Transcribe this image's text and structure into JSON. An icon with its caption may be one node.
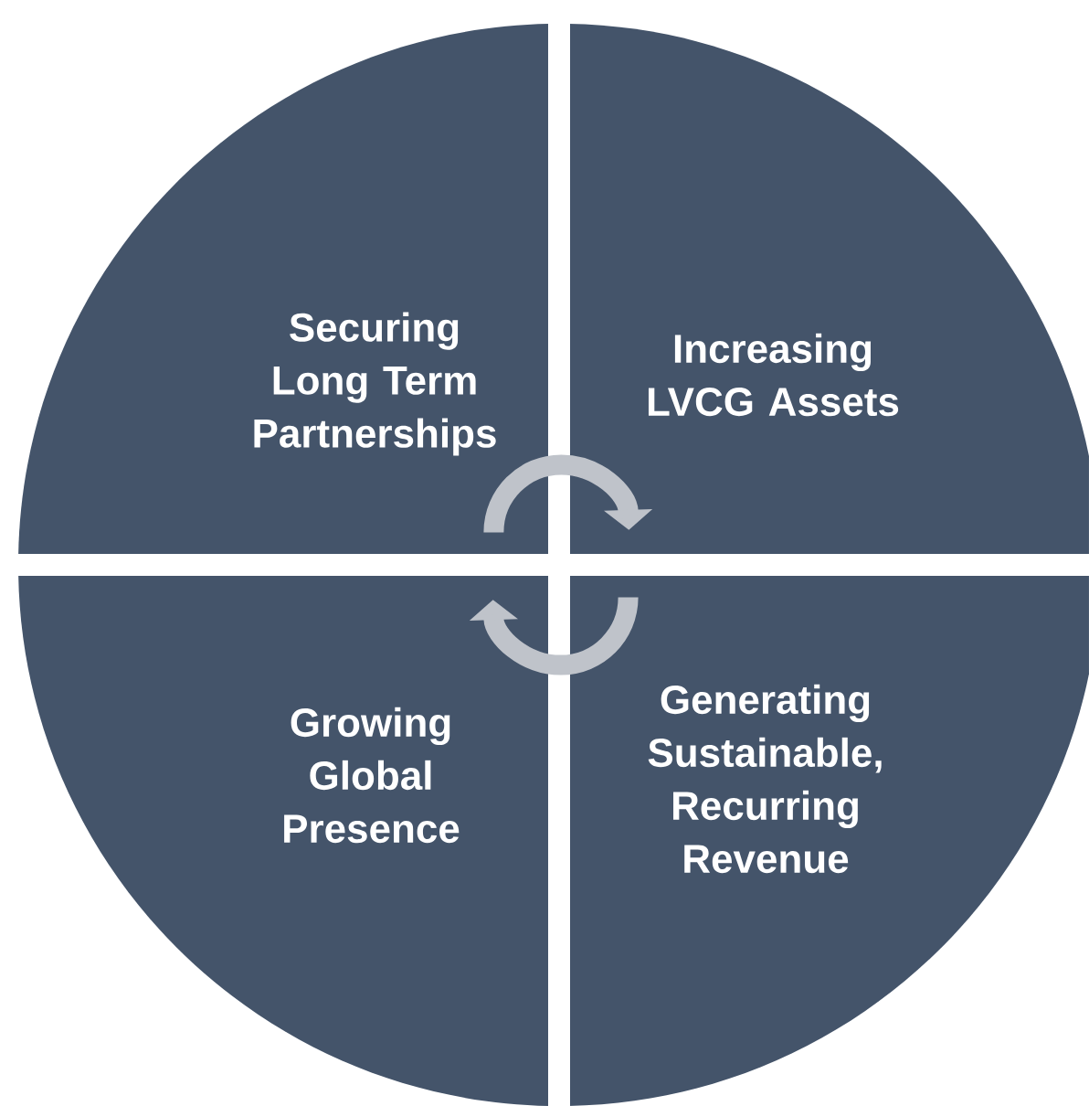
{
  "diagram": {
    "nodes": [
      {
        "text": [
          "Securing Long Term Partnerships"
        ]
      },
      {
        "text": [
          "Increasing LVCG Assets"
        ]
      },
      {
        "text": [
          "Growing Global Presence"
        ]
      },
      {
        "text": [
          "Generating Sustainable, Recurring Revenue"
        ]
      }
    ],
    "edges": [
      {
        "from": 0,
        "to": 1,
        "arrow": "to"
      },
      {
        "from": 3,
        "to": 2,
        "arrow": "to"
      }
    ]
  }
}
